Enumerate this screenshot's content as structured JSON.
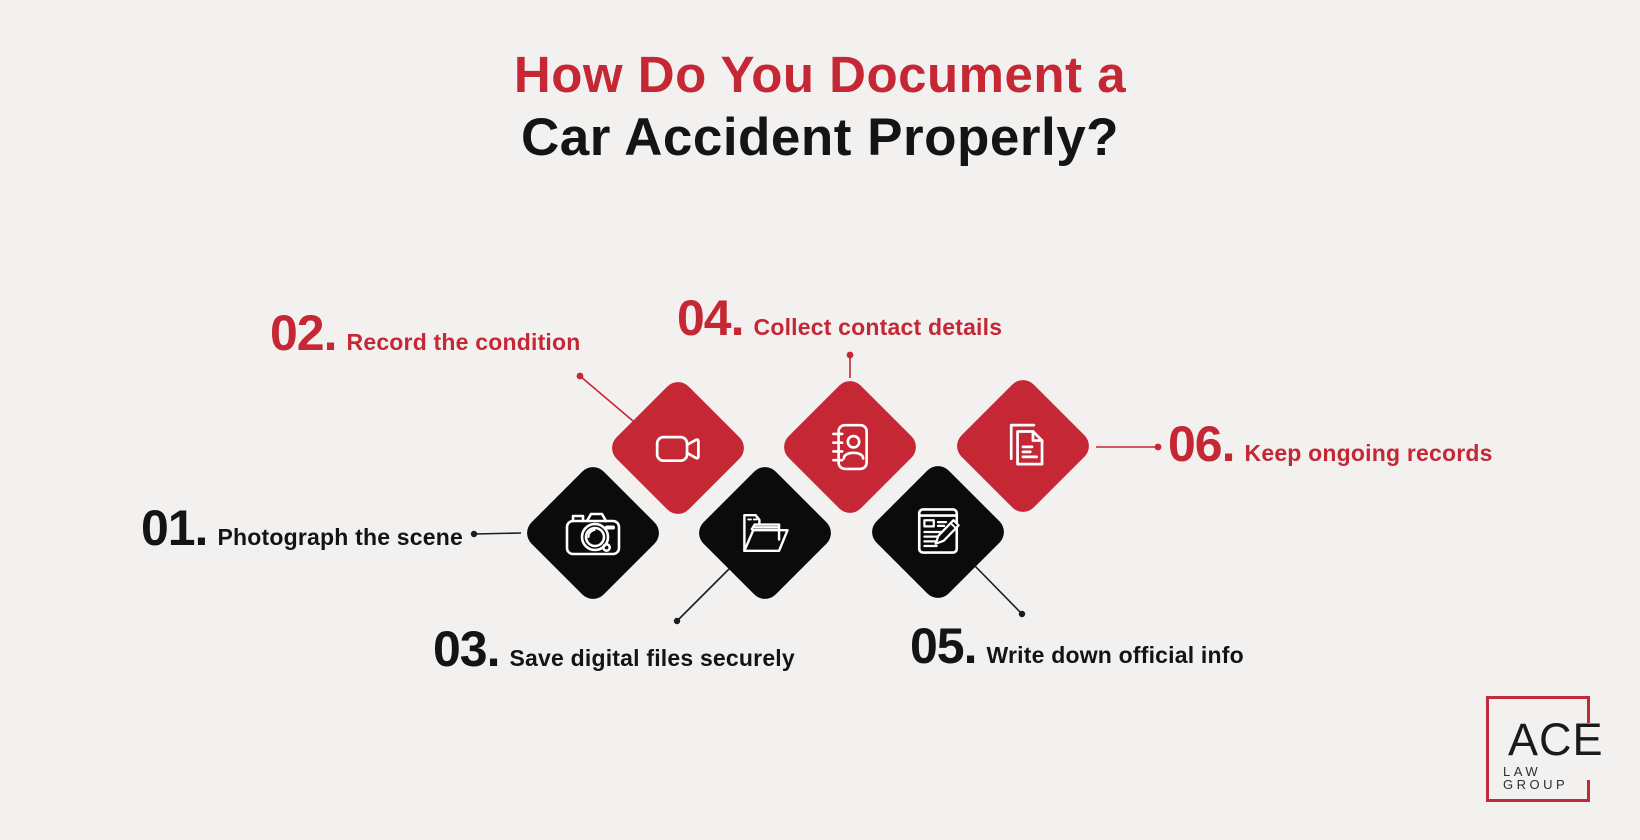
{
  "title": {
    "line1": "How Do You Document a",
    "line2": "Car Accident Properly?"
  },
  "steps": [
    {
      "number": "01.",
      "label": "Photograph the scene",
      "color": "black",
      "icon": "photo-camera-icon"
    },
    {
      "number": "02.",
      "label": "Record the condition",
      "color": "red",
      "icon": "video-camera-icon"
    },
    {
      "number": "03.",
      "label": "Save digital files securely",
      "color": "black",
      "icon": "folder-icon"
    },
    {
      "number": "04.",
      "label": "Collect contact details",
      "color": "red",
      "icon": "address-book-icon"
    },
    {
      "number": "05.",
      "label": "Write down official info",
      "color": "black",
      "icon": "notepad-pencil-icon"
    },
    {
      "number": "06.",
      "label": "Keep ongoing records",
      "color": "red",
      "icon": "documents-icon"
    }
  ],
  "logo": {
    "name": "ACE",
    "subtitle": "LAW GROUP"
  },
  "colors": {
    "accent_red": "#c52734",
    "diamond_black": "#0b0b0b",
    "background": "#f2f1f0",
    "logo_red": "#bf2b3a",
    "icon_stroke": "#ffffff"
  }
}
